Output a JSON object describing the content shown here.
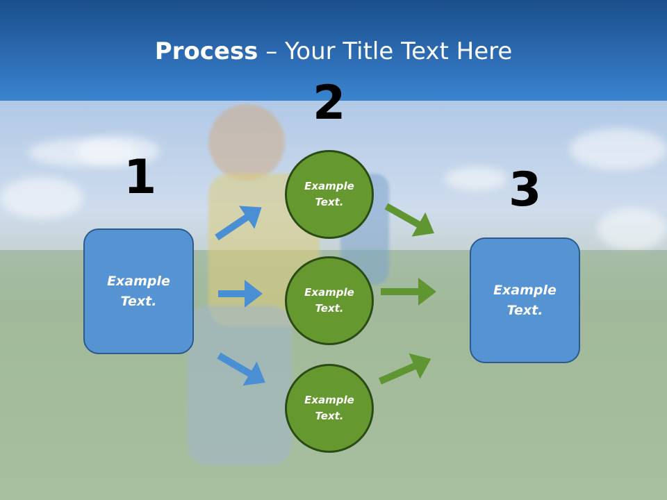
{
  "slide": {
    "title_bold": "Process",
    "title_rest": " – Your Title Text Here"
  },
  "steps": {
    "one": {
      "number": "1",
      "box_text": "Example\nText."
    },
    "two": {
      "number": "2",
      "circles": [
        "Example\nText.",
        "Example\nText.",
        "Example\nText."
      ]
    },
    "three": {
      "number": "3",
      "box_text": "Example\nText."
    }
  },
  "colors": {
    "header": "#2c6bb2",
    "box_fill": "#5593d2",
    "circle_fill": "#65992f",
    "blue_arrow": "#4a8fd4",
    "green_arrow": "#5f9632"
  }
}
